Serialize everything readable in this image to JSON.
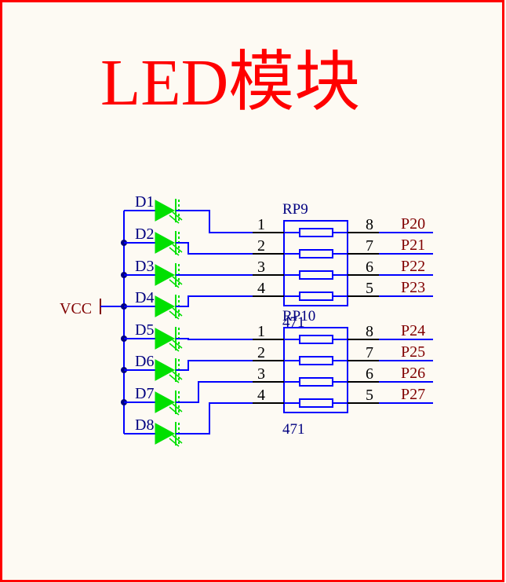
{
  "title": "LED模块",
  "vcc_label": "VCC",
  "leds": [
    "D1",
    "D2",
    "D3",
    "D4",
    "D5",
    "D6",
    "D7",
    "D8"
  ],
  "resistor_packs": [
    {
      "designator": "RP9",
      "value": "471"
    },
    {
      "designator": "RP10",
      "value": "471"
    }
  ],
  "pins_left": [
    "1",
    "2",
    "3",
    "4"
  ],
  "pins_right": [
    "8",
    "7",
    "6",
    "5"
  ],
  "nets": [
    "P20",
    "P21",
    "P22",
    "P23",
    "P24",
    "P25",
    "P26",
    "P27"
  ],
  "colors": {
    "border": "#ff0000",
    "title": "#ff0000",
    "wire": "#0000ff",
    "led": "#00e000",
    "designator": "#000080",
    "net_label": "#800000",
    "pin_line": "#000000",
    "background": "#fdfaf3"
  }
}
